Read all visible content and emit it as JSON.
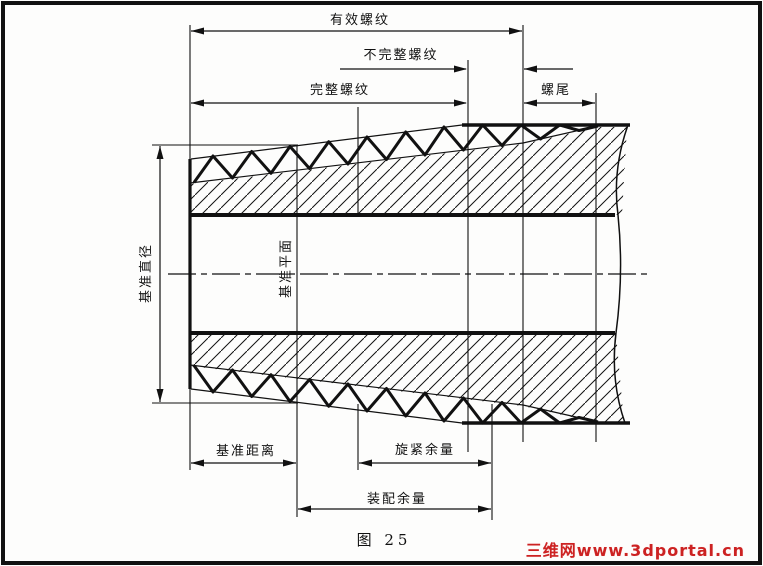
{
  "figure": {
    "caption": "图 25",
    "watermark": "三维网www.3dportal.cn",
    "labels": {
      "effective_thread": "有效螺纹",
      "incomplete_thread": "不完整螺纹",
      "complete_thread": "完整螺纹",
      "thread_runout": "螺尾",
      "gauge_diameter": "基准直径",
      "gauge_plane": "基准平面",
      "gauge_distance": "基准距离",
      "wrenching_allowance": "旋紧余量",
      "assembly_allowance": "装配余量"
    },
    "colors": {
      "line": "#111111",
      "watermark": "#cc2222",
      "background": "#fdfdfc"
    }
  }
}
